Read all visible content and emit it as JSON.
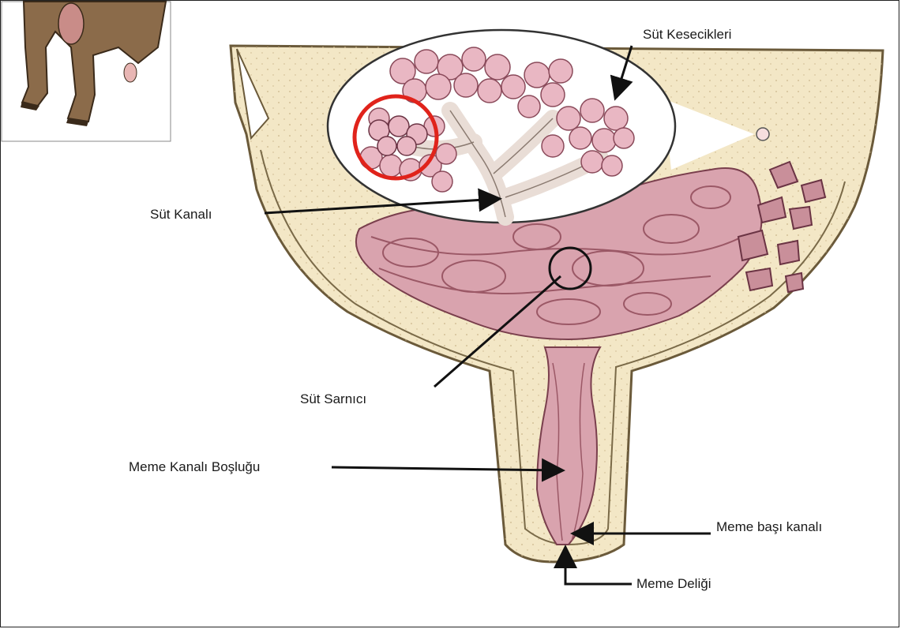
{
  "labels": {
    "sut_kesecikleri": "Süt Kesecikleri",
    "sut_kanali": "Süt Kanalı",
    "sut_sarnici": "Süt Sarnıcı",
    "meme_kanali_boslugu": "Meme Kanalı Boşluğu",
    "meme_basi_kanali": "Meme başı kanalı",
    "meme_deligi": "Meme Deliği"
  },
  "colors": {
    "udder_fill": "#f3e7c6",
    "udder_inner": "#ead7a6",
    "gland_tissue": "#d9a3ae",
    "gland_dark": "#b87383",
    "alveoli": "#e9b7c3",
    "duct": "#f2e6e2",
    "highlight_circle": "#e0231b",
    "cow_leg": "#8b6b4a",
    "arrow": "#111111"
  },
  "icons": [
    "cow-leg-inset-icon",
    "magnifier-circle-icon"
  ]
}
